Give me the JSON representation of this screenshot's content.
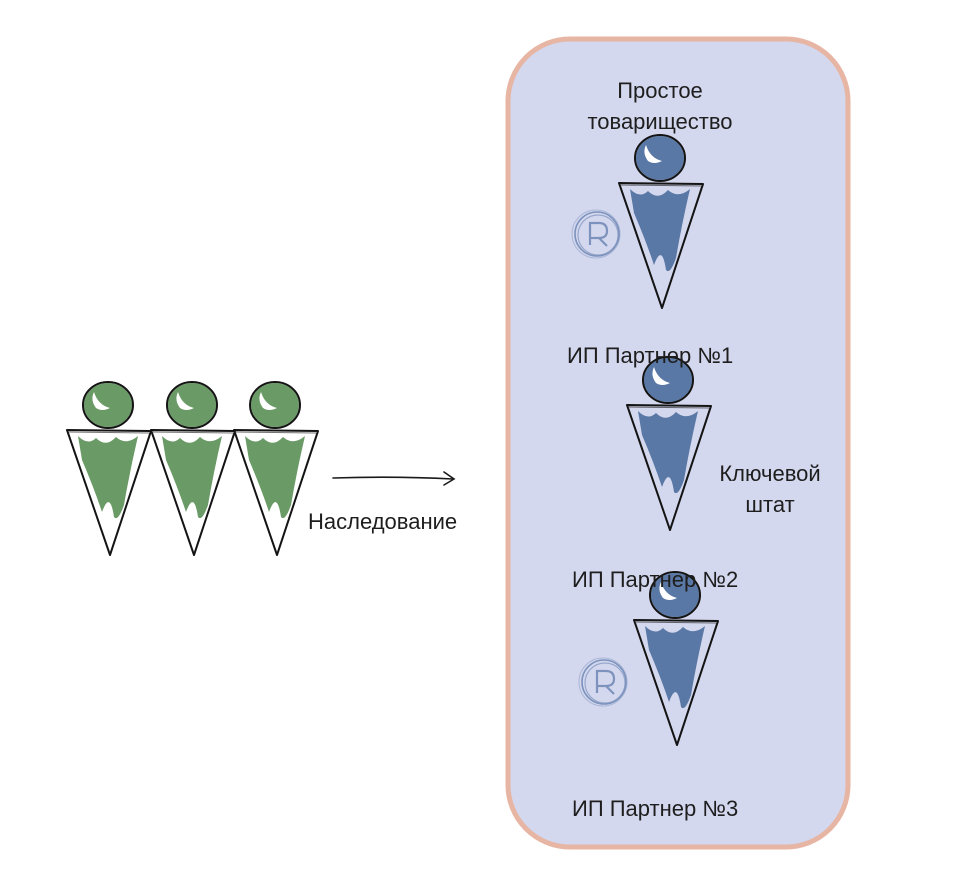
{
  "colors": {
    "green_person": "#6a9a65",
    "blue_person": "#5a78a5",
    "box_fill": "#d4d8ee",
    "box_border": "#e7b5a3",
    "outline": "#141414",
    "registered_mark": "#7d93bd"
  },
  "icons": {
    "person": "person-icon",
    "registered": "registered-trademark-icon",
    "arrow": "arrow-right-icon"
  },
  "labels": {
    "partnership_title": "Простое\nтоварищество",
    "inheritance": "Наследование",
    "partner_1": "ИП Партнер №1",
    "partner_2": "ИП Партнер №2",
    "partner_3": "ИП Партнер №3",
    "key_staff": "Ключевой\nштат"
  }
}
